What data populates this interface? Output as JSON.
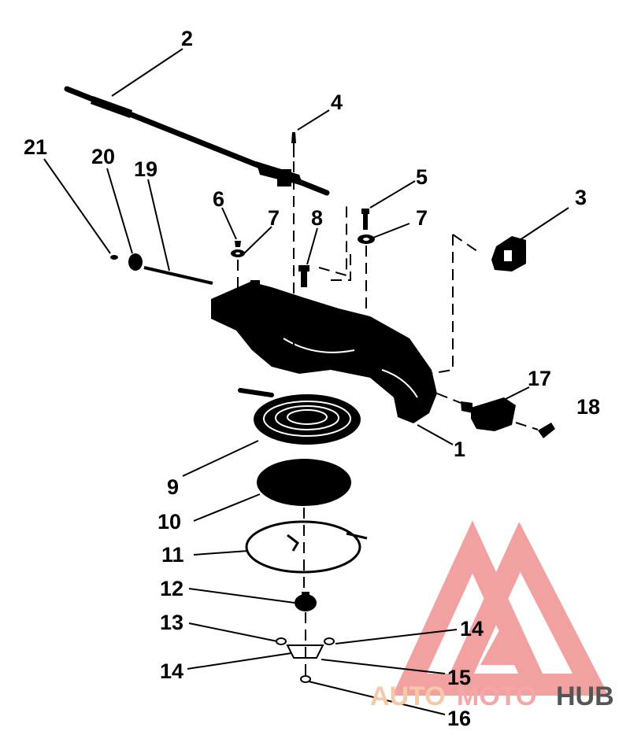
{
  "callouts": {
    "c1": "1",
    "c2": "2",
    "c3": "3",
    "c4": "4",
    "c5": "5",
    "c6": "6",
    "c7a": "7",
    "c7b": "7",
    "c8": "8",
    "c9": "9",
    "c10": "10",
    "c11": "11",
    "c12": "12",
    "c13": "13",
    "c14a": "14",
    "c14b": "14",
    "c15": "15",
    "c16": "16",
    "c17": "17",
    "c18": "18",
    "c19": "19",
    "c20": "20",
    "c21": "21"
  },
  "watermark": {
    "part1": "AUTO",
    "part2": "MOTO",
    "part3": "HUB",
    "colors": {
      "auto": "#f5c9a8",
      "moto": "#f3a7a7",
      "hub": "#555555",
      "logo": "#f08a8a"
    }
  }
}
